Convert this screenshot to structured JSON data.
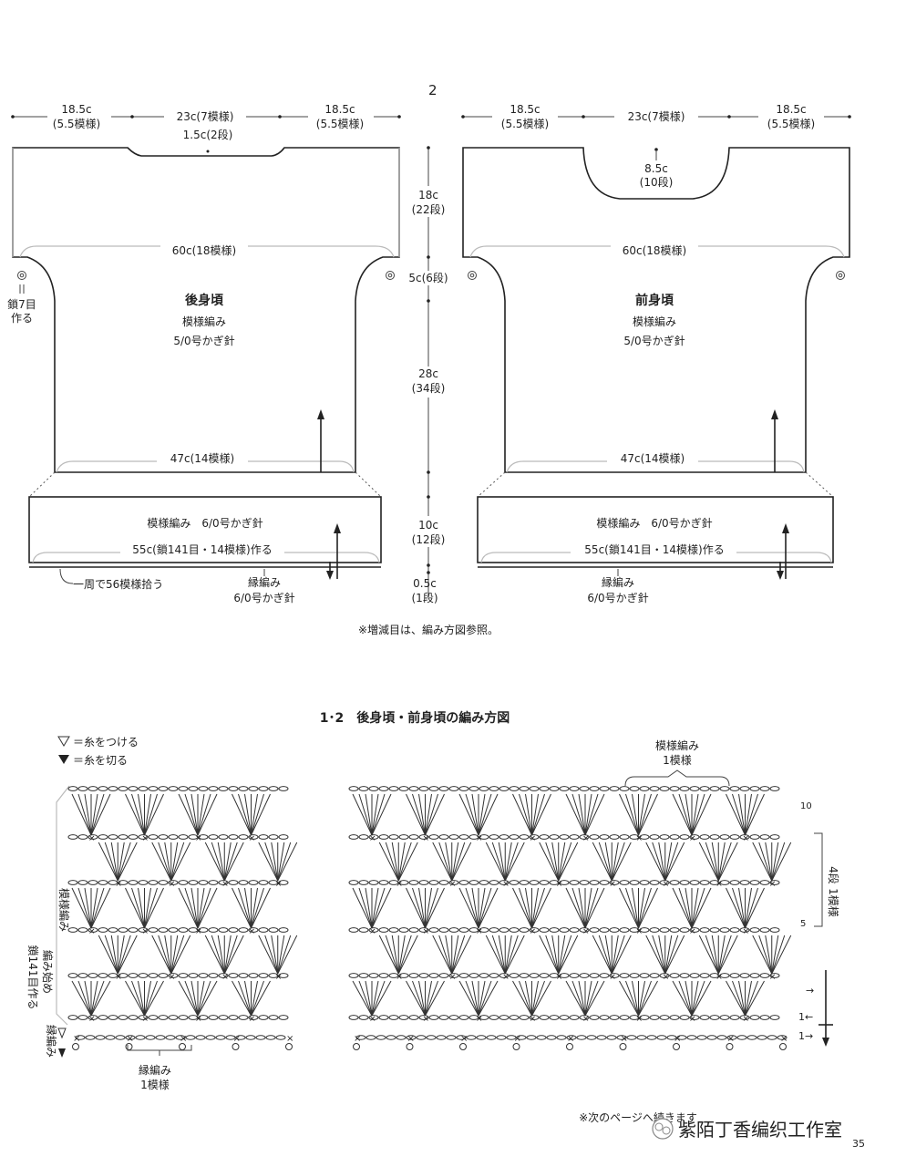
{
  "page_number_top": "2",
  "back": {
    "dim_left": "18.5c",
    "dim_left_sub": "(5.5模様)",
    "dim_center": "23c(7模様)",
    "dim_right": "18.5c",
    "dim_right_sub": "(5.5模様)",
    "neck_depth": "1.5c(2段)",
    "width_60": "60c(18模様)",
    "title": "後身頃",
    "pattern": "模様編み",
    "hook": "5/0号かぎ針",
    "width_47": "47c(14模様)",
    "chain_note_1": "鎖7目",
    "chain_note_2": "作る",
    "band_pattern": "模様編み　6/0号かぎ針",
    "band_width": "55c(鎖141目・14模様)作る",
    "pickup_note": "一周で56模様拾う",
    "edge_name": "縁編み",
    "edge_hook": "6/0号かぎ針"
  },
  "front": {
    "dim_left": "18.5c",
    "dim_left_sub": "(5.5模様)",
    "dim_center": "23c(7模様)",
    "dim_right": "18.5c",
    "dim_right_sub": "(5.5模様)",
    "neck_depth": "8.5c",
    "neck_rows": "(10段)",
    "width_60": "60c(18模様)",
    "title": "前身頃",
    "pattern": "模様編み",
    "hook": "5/0号かぎ針",
    "width_47": "47c(14模様)",
    "band_pattern": "模様編み　6/0号かぎ針",
    "band_width": "55c(鎖141目・14模様)作る",
    "edge_name": "縁編み",
    "edge_hook": "6/0号かぎ針"
  },
  "vertical_dims": {
    "d1": "18c",
    "d1_sub": "(22段)",
    "d2": "5c(6段)",
    "d3": "28c",
    "d3_sub": "(34段)",
    "d4": "10c",
    "d4_sub": "(12段)",
    "d5": "0.5c",
    "d5_sub": "(1段)"
  },
  "note_incdec": "※増減目は、編み方図参照。",
  "chart": {
    "title": "1･2　後身頃・前身頃の編み方図",
    "legend_attach": "＝糸をつける",
    "legend_cut": "＝糸を切る",
    "pattern_repeat_1": "模様編み",
    "pattern_repeat_2": "1模様",
    "row_10": "10",
    "row_5": "5",
    "rows_per_repeat_1": "4段",
    "rows_per_repeat_2": "1模様",
    "left_label_pattern": "模様編み",
    "left_label_chain": "鎖141目作る",
    "left_label_start": "編み始め",
    "left_label_edge": "縁編み",
    "edge_repeat_1": "縁編み",
    "edge_repeat_2": "1模様",
    "row_arrow_1": "1←",
    "row_arrow_2": "1→",
    "row_arrow_3": "→"
  },
  "footer_note": "※次のページへ続きます",
  "watermark": "紫陌丁香编织工作室",
  "page_number_bottom": "35"
}
